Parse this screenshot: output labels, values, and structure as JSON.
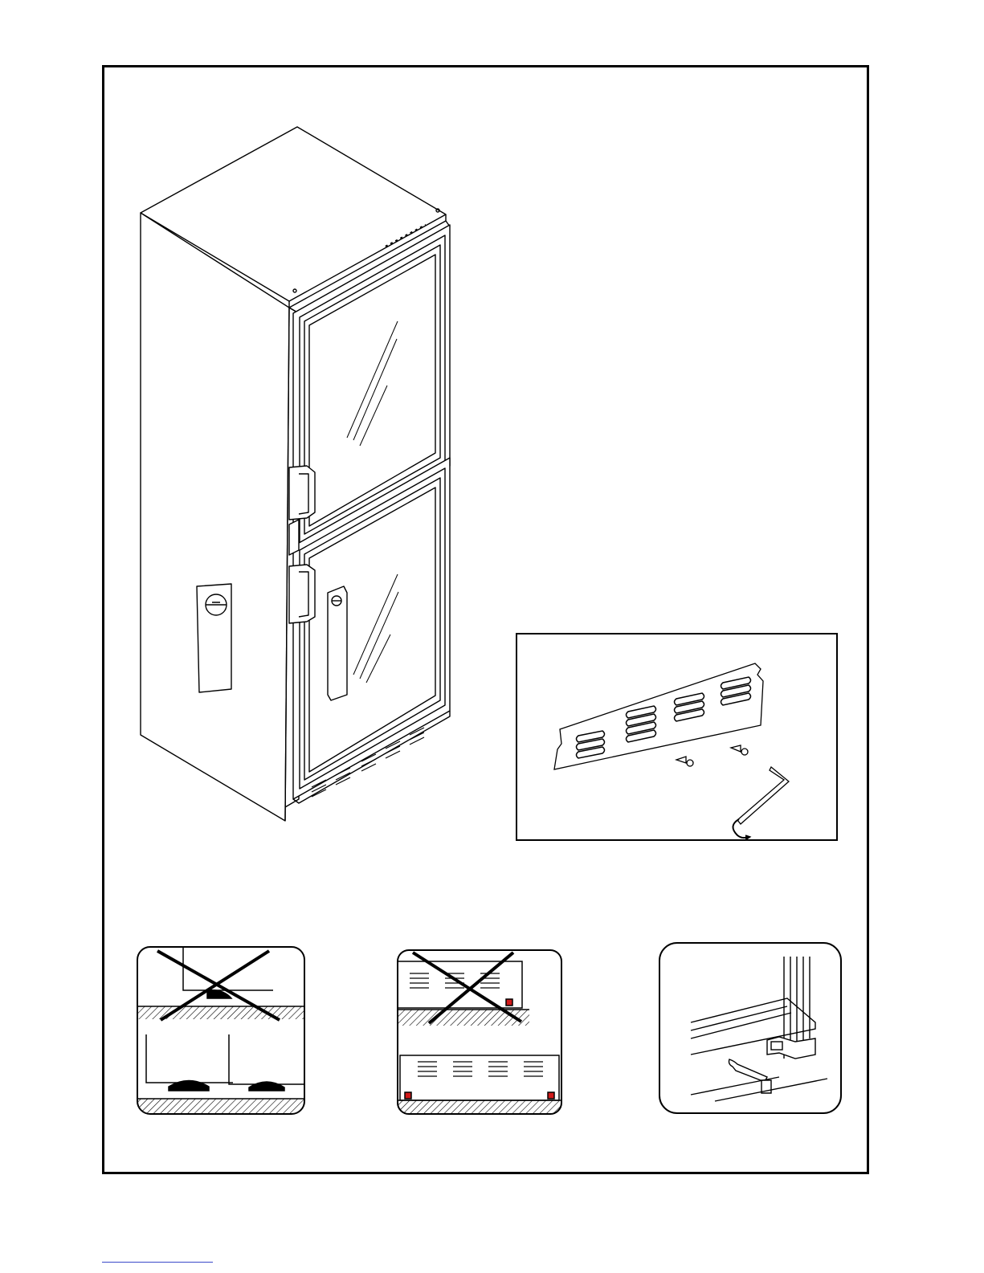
{
  "document": {
    "type": "installation-manual-illustration-page",
    "text_content": []
  },
  "figures": [
    {
      "name": "glass-door-cabinet-illustration",
      "icon": "two-door-glass-cabinet"
    },
    {
      "name": "ventilation-grille-kit",
      "icon": "vent-grille-screws-allen-key"
    },
    {
      "name": "leveling-feet-incorrect-correct",
      "icon": "crossed-out-leveling-feet"
    },
    {
      "name": "vent-grille-position-incorrect-correct",
      "icon": "crossed-out-vent-grille"
    },
    {
      "name": "door-hinge-adjustment",
      "icon": "door-hinge-wrench"
    }
  ],
  "colors": {
    "frame": "#000000",
    "marker_red": "#d11a1a",
    "footer_rule": "#3a49c9"
  }
}
